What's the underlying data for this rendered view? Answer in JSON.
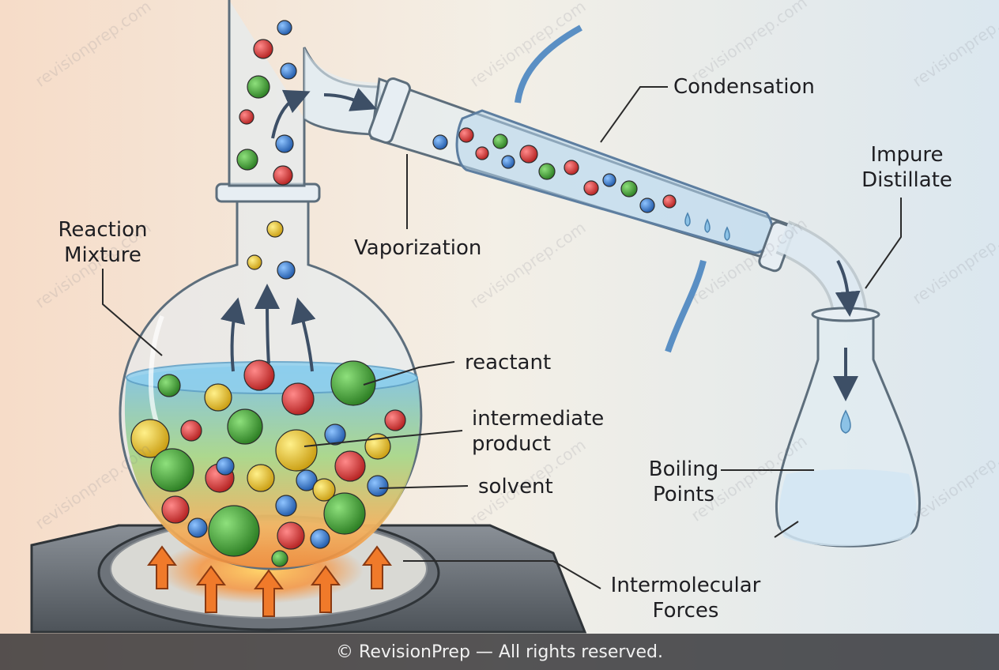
{
  "labels": {
    "reaction_mixture_1": "Reaction",
    "reaction_mixture_2": "Mixture",
    "vaporization": "Vaporization",
    "condensation": "Condensation",
    "impure_distillate_1": "Impure",
    "impure_distillate_2": "Distillate",
    "reactant": "reactant",
    "intermediate_product_1": "intermediate",
    "intermediate_product_2": "product",
    "solvent": "solvent",
    "boiling_points_1": "Boiling",
    "boiling_points_2": "Points",
    "intermolecular_forces_1": "Intermolecular",
    "intermolecular_forces_2": "Forces"
  },
  "watermark": "revisionprep.com",
  "footer": "© RevisionPrep — All rights reserved.",
  "colors": {
    "glass": "#dfe9f0",
    "liquid_top": "#6fb8e3",
    "liquid_mid": "#9ed27a",
    "liquid_bottom": "#f6a64a",
    "molecule_red": "#d23a3a",
    "molecule_green": "#3f9a34",
    "molecule_blue": "#2f74c8",
    "molecule_yellow": "#e6c21f",
    "heat_arrow": "#f07a2a",
    "leader_line": "#2a2a2a"
  },
  "icons": [
    "round-bottom-flask-icon",
    "liebig-condenser-icon",
    "erlenmeyer-flask-icon",
    "hot-plate-icon",
    "heat-arrow-icon",
    "vapor-arrow-icon",
    "droplet-icon"
  ]
}
